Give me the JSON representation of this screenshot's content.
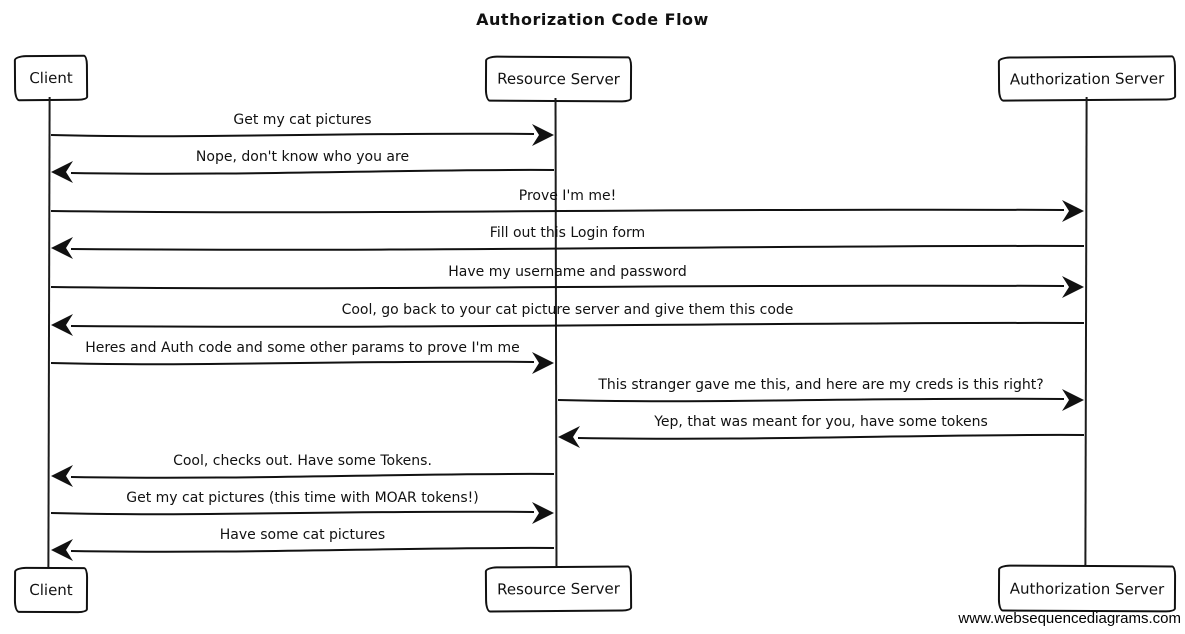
{
  "title": "Authorization Code Flow",
  "actors": [
    {
      "name": "Client"
    },
    {
      "name": "Resource Server"
    },
    {
      "name": "Authorization Server"
    }
  ],
  "messages": [
    {
      "label": "Get my cat pictures",
      "from": "Client",
      "to": "Resource Server"
    },
    {
      "label": "Nope, don't know who you are",
      "from": "Resource Server",
      "to": "Client"
    },
    {
      "label": "Prove I'm me!",
      "from": "Client",
      "to": "Authorization Server"
    },
    {
      "label": "Fill out this Login form",
      "from": "Authorization Server",
      "to": "Client"
    },
    {
      "label": "Have my username and password",
      "from": "Client",
      "to": "Authorization Server"
    },
    {
      "label": "Cool, go back to your cat picture server and give them this code",
      "from": "Authorization Server",
      "to": "Client"
    },
    {
      "label": "Heres and Auth code and some other params to prove I'm me",
      "from": "Client",
      "to": "Resource Server"
    },
    {
      "label": "This stranger gave me this, and here are my creds is this right?",
      "from": "Resource Server",
      "to": "Authorization Server"
    },
    {
      "label": "Yep, that was meant for you, have some tokens",
      "from": "Authorization Server",
      "to": "Resource Server"
    },
    {
      "label": "Cool, checks out. Have some Tokens.",
      "from": "Resource Server",
      "to": "Client"
    },
    {
      "label": "Get my cat pictures (this time with MOAR tokens!)",
      "from": "Client",
      "to": "Resource Server"
    },
    {
      "label": "Have some cat pictures",
      "from": "Resource Server",
      "to": "Client"
    }
  ],
  "watermark": "www.websequencediagrams.com",
  "colors": {
    "ink": "#111111",
    "background": "#ffffff"
  }
}
